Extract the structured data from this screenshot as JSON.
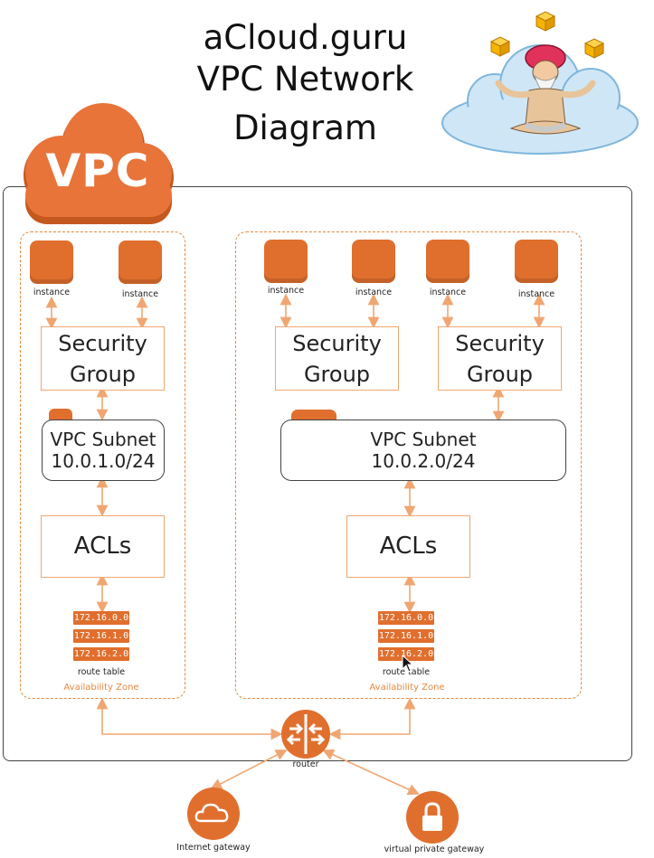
{
  "title": {
    "line1": "aCloud.guru",
    "line2": "VPC Network",
    "line3": "Diagram"
  },
  "vpc_badge": "VPC",
  "zone_left": {
    "instance_labels": [
      "instance",
      "instance"
    ],
    "security_group": [
      "Security",
      "Group"
    ],
    "subnet": [
      "VPC Subnet",
      "10.0.1.0/24"
    ],
    "acl": "ACLs",
    "route_table": [
      "172.16.0.0",
      "172.16.1.0",
      "172.16.2.0"
    ],
    "route_table_label": "route table",
    "zone_label": "Availability Zone"
  },
  "zone_right": {
    "instance_labels": [
      "instance",
      "instance",
      "instance",
      "instance"
    ],
    "security_group_a": [
      "Security",
      "Group"
    ],
    "security_group_b": [
      "Security",
      "Group"
    ],
    "subnet": [
      "VPC Subnet",
      "10.0.2.0/24"
    ],
    "acl": "ACLs",
    "route_table": [
      "172.16.0.0",
      "172.16.1.0",
      "172.16.2.0"
    ],
    "route_table_label": "route table",
    "zone_label": "Availability Zone"
  },
  "router_label": "router",
  "internet_gateway_label": "Internet gateway",
  "vpg_label": "virtual private gateway",
  "colors": {
    "accent": "#e06f2e",
    "arrow": "#f0a672",
    "cloud": "#cfe6f7"
  },
  "icons": [
    "cloud-icon",
    "lock-icon",
    "router-icon",
    "mascot-icon"
  ]
}
